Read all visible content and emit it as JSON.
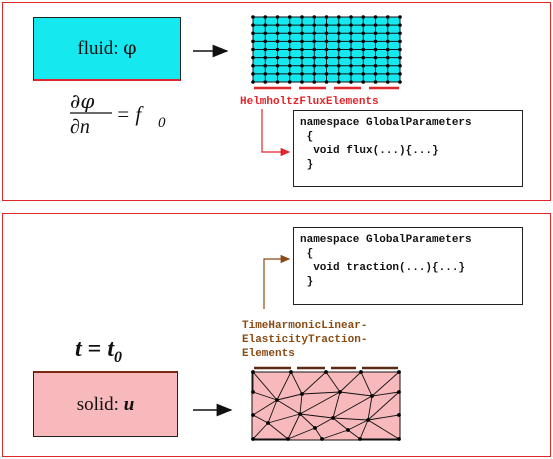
{
  "fluid_box": {
    "label": "fluid: ",
    "symbol": "φ",
    "fill": "#15e8ef"
  },
  "boundary_condition": {
    "numerator": "∂φ",
    "denominator": "∂n",
    "rhs": "= f",
    "rhs_sub": "0"
  },
  "helmholtz_elements": {
    "label": "HelmholtzFluxElements",
    "color": "#e0262a"
  },
  "code_flux": {
    "lines": [
      "namespace GlobalParameters",
      " {",
      "  void flux(...){...}",
      " }"
    ]
  },
  "code_traction": {
    "lines": [
      "namespace GlobalParameters",
      " {",
      "  void traction(...){...}",
      " }"
    ]
  },
  "traction_eq": {
    "lhs": "t",
    "eq": " = ",
    "rhs": "t",
    "rhs_sub": "0"
  },
  "solid_box": {
    "label": "solid: ",
    "symbol": "u",
    "fill": "#f7b9bb"
  },
  "traction_elements": {
    "lines": [
      "TimeHarmonicLinear-",
      "ElasticityTraction-",
      "Elements"
    ],
    "color": "#8a4a14"
  },
  "colors": {
    "panel_border": "#e0262a",
    "solid_boundary": "#7a2a12",
    "mesh_dot": "#000000"
  }
}
